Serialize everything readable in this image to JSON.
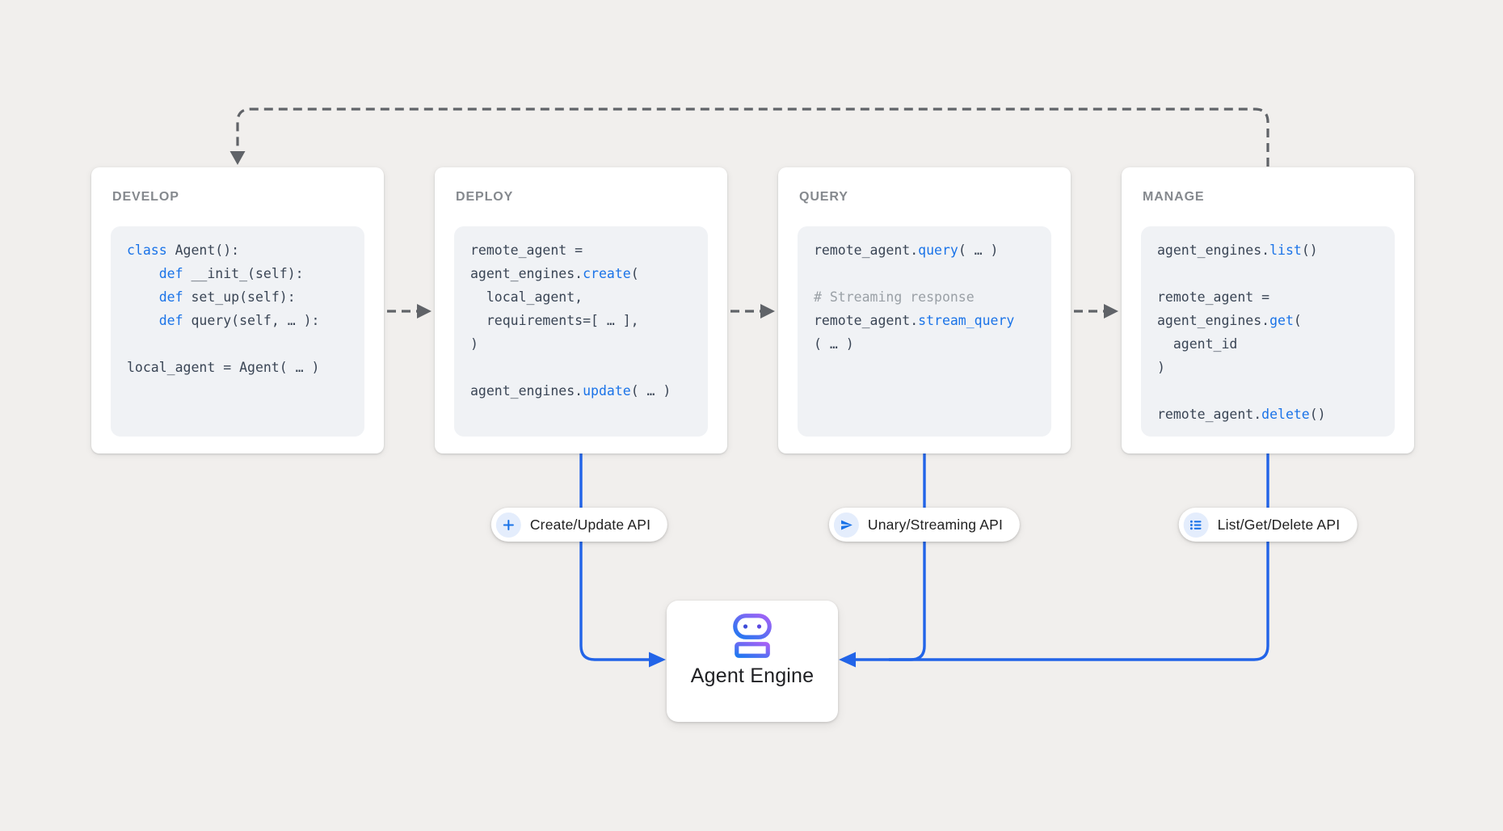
{
  "colors": {
    "bg": "#F1EFED",
    "card-bg": "#FFFFFF",
    "codeblock-bg": "#F0F2F5",
    "title-gray": "#85898E",
    "code-text": "#3A4555",
    "keyword-blue": "#1A73E8",
    "comment-gray": "#9AA0A6",
    "connector-blue": "#2264E8",
    "connector-gray": "#606368",
    "pill-text": "#1F1F1F",
    "pill-icon-bg": "#E4EDFC",
    "pill-icon-blue": "#1A73E8",
    "robot-gradient-start": "#1E78F0",
    "robot-gradient-end": "#A661F6",
    "engine-text": "#202124"
  },
  "cards": [
    {
      "title": "DEVELOP",
      "code": [
        [
          {
            "text": "class",
            "type": "kw"
          },
          {
            "text": " Agent():",
            "type": "pl"
          }
        ],
        [
          {
            "text": "    ",
            "type": "pl"
          },
          {
            "text": "def",
            "type": "kw"
          },
          {
            "text": " __init_(self):",
            "type": "pl"
          }
        ],
        [
          {
            "text": "    ",
            "type": "pl"
          },
          {
            "text": "def",
            "type": "kw"
          },
          {
            "text": " set_up(self):",
            "type": "pl"
          }
        ],
        [
          {
            "text": "    ",
            "type": "pl"
          },
          {
            "text": "def",
            "type": "kw"
          },
          {
            "text": " query(self, … ):",
            "type": "pl"
          }
        ],
        [],
        [
          {
            "text": "local_agent = Agent( … )",
            "type": "pl"
          }
        ]
      ]
    },
    {
      "title": "DEPLOY",
      "code": [
        [
          {
            "text": "remote_agent =",
            "type": "pl"
          }
        ],
        [
          {
            "text": "agent_engines.",
            "type": "pl"
          },
          {
            "text": "create",
            "type": "kw"
          },
          {
            "text": "(",
            "type": "pl"
          }
        ],
        [
          {
            "text": "  local_agent,",
            "type": "pl"
          }
        ],
        [
          {
            "text": "  requirements=[ … ],",
            "type": "pl"
          }
        ],
        [
          {
            "text": ")",
            "type": "pl"
          }
        ],
        [],
        [
          {
            "text": "agent_engines.",
            "type": "pl"
          },
          {
            "text": "update",
            "type": "kw"
          },
          {
            "text": "( … )",
            "type": "pl"
          }
        ]
      ]
    },
    {
      "title": "QUERY",
      "code": [
        [
          {
            "text": "remote_agent.",
            "type": "pl"
          },
          {
            "text": "query",
            "type": "kw"
          },
          {
            "text": "( … )",
            "type": "pl"
          }
        ],
        [],
        [
          {
            "text": "# Streaming response",
            "type": "cm"
          }
        ],
        [
          {
            "text": "remote_agent.",
            "type": "pl"
          },
          {
            "text": "stream_query",
            "type": "kw"
          }
        ],
        [
          {
            "text": "( … )",
            "type": "pl"
          }
        ]
      ]
    },
    {
      "title": "MANAGE",
      "code": [
        [
          {
            "text": "agent_engines.",
            "type": "pl"
          },
          {
            "text": "list",
            "type": "kw"
          },
          {
            "text": "()",
            "type": "pl"
          }
        ],
        [],
        [
          {
            "text": "remote_agent =",
            "type": "pl"
          }
        ],
        [
          {
            "text": "agent_engines.",
            "type": "pl"
          },
          {
            "text": "get",
            "type": "kw"
          },
          {
            "text": "(",
            "type": "pl"
          }
        ],
        [
          {
            "text": "  agent_id",
            "type": "pl"
          }
        ],
        [
          {
            "text": ")",
            "type": "pl"
          }
        ],
        [],
        [
          {
            "text": "remote_agent.",
            "type": "pl"
          },
          {
            "text": "delete",
            "type": "kw"
          },
          {
            "text": "()",
            "type": "pl"
          }
        ]
      ]
    }
  ],
  "pills": [
    {
      "icon": "plus-icon",
      "label": "Create/Update API"
    },
    {
      "icon": "send-icon",
      "label": "Unary/Streaming API"
    },
    {
      "icon": "list-icon",
      "label": "List/Get/Delete API"
    }
  ],
  "engine": {
    "icon": "robot-icon",
    "label": "Agent Engine"
  }
}
